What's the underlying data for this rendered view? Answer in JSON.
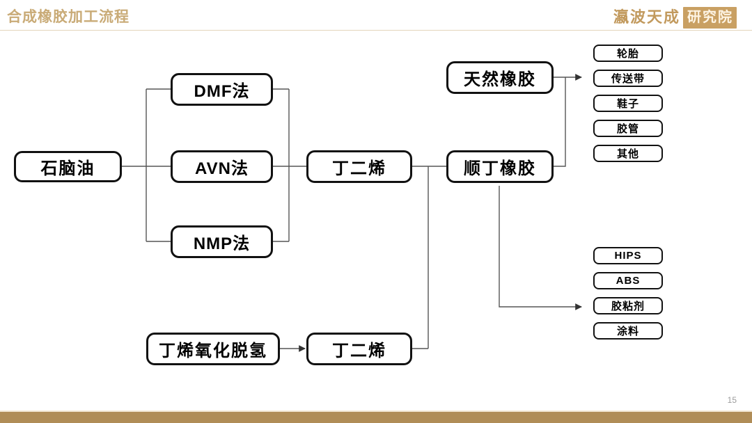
{
  "header": {
    "title": "合成橡胶加工流程",
    "rule_color": "#e3d5bb",
    "title_color": "#c9ab77"
  },
  "logo": {
    "seal_text": "瀛波天成",
    "seal_block": "研究院",
    "color": "#c29a5e",
    "block_bg": "#c9a063"
  },
  "footer": {
    "page_number": "15",
    "bar_color": "#b08d57",
    "hairline_color": "#f2e7d2"
  },
  "diagram": {
    "feedstock": {
      "label": "石脑油"
    },
    "methods": [
      {
        "id": "dmf",
        "label": "DMF法"
      },
      {
        "id": "avn",
        "label": "AVN法"
      },
      {
        "id": "nmp",
        "label": "NMP法"
      }
    ],
    "butadiene_main": {
      "label": "丁二烯"
    },
    "alt_route": {
      "process": {
        "label": "丁烯氧化脱氢"
      },
      "product": {
        "label": "丁二烯"
      }
    },
    "rubbers": [
      {
        "id": "natural",
        "label": "天然橡胶"
      },
      {
        "id": "cis-butadiene",
        "label": "顺丁橡胶"
      }
    ],
    "rubber_products": [
      {
        "label": "轮胎"
      },
      {
        "label": "传送带"
      },
      {
        "label": "鞋子"
      },
      {
        "label": "胶管"
      },
      {
        "label": "其他"
      }
    ],
    "chemical_products": [
      {
        "label": "HIPS"
      },
      {
        "label": "ABS"
      },
      {
        "label": "胶粘剂"
      },
      {
        "label": "涂料"
      }
    ]
  }
}
